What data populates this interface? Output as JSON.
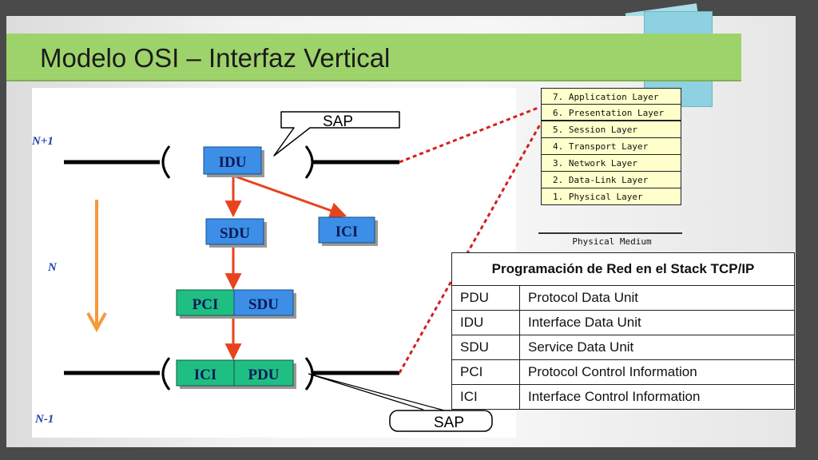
{
  "slide": {
    "title": "Modelo OSI – Interfaz Vertical"
  },
  "diagram": {
    "level_labels": {
      "upper": "N+1",
      "middle": "N",
      "lower": "N-1"
    },
    "sap_top": "SAP",
    "sap_bottom": "SAP",
    "boxes": {
      "idu": "IDU",
      "sdu": "SDU",
      "ici": "ICI",
      "pci": "PCI",
      "sdu2": "SDU",
      "ici2": "ICI",
      "pdu": "PDU"
    },
    "colors": {
      "blue_box": "#3c8ee6",
      "green_box": "#1fbf84",
      "arrow_red": "#e8431e",
      "arrow_orange": "#f39a3a",
      "dotted_red": "#d42020"
    }
  },
  "osi_stack": {
    "layers": [
      "7. Application Layer",
      "6. Presentation Layer",
      "5. Session Layer",
      "4. Transport Layer",
      "3. Network Layer",
      "2. Data-Link Layer",
      "1. Physical Layer"
    ],
    "medium": "Physical Medium"
  },
  "definitions": {
    "header": "Programación de Red en el Stack TCP/IP",
    "rows": [
      {
        "abbr": "PDU",
        "meaning": "Protocol Data Unit"
      },
      {
        "abbr": "IDU",
        "meaning": "Interface Data Unit"
      },
      {
        "abbr": "SDU",
        "meaning": "Service Data Unit"
      },
      {
        "abbr": "PCI",
        "meaning": "Protocol Control Information"
      },
      {
        "abbr": "ICI",
        "meaning": "Interface Control Information"
      }
    ]
  }
}
